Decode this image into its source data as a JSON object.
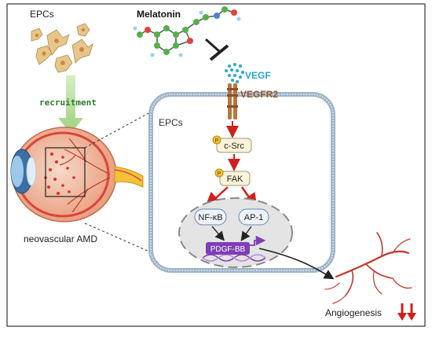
{
  "labels": {
    "epcs_top": "EPCs",
    "recruitment": "recruitment",
    "melatonin": "Melatonin",
    "vegf": "VEGF",
    "vegfr2": "VEGFR2",
    "epcs_cell": "EPCs",
    "c_src": "c-Src",
    "fak": "FAK",
    "nfkb": "NF-κB",
    "ap1": "AP-1",
    "pdgf": "PDGF-BB",
    "amd": "neovascular AMD",
    "angiogenesis": "Angiogenesis",
    "phospho": "P"
  },
  "colors": {
    "inhibit": "#222222",
    "activation_arrow": "#d0201a",
    "vegf_text": "#2aa7c9",
    "vegfr2_text": "#9a5a2a",
    "recruit_arrow": "#a8d58a",
    "pdgf_box": "#7e3fb5",
    "membrane": "#9fb3c8"
  }
}
